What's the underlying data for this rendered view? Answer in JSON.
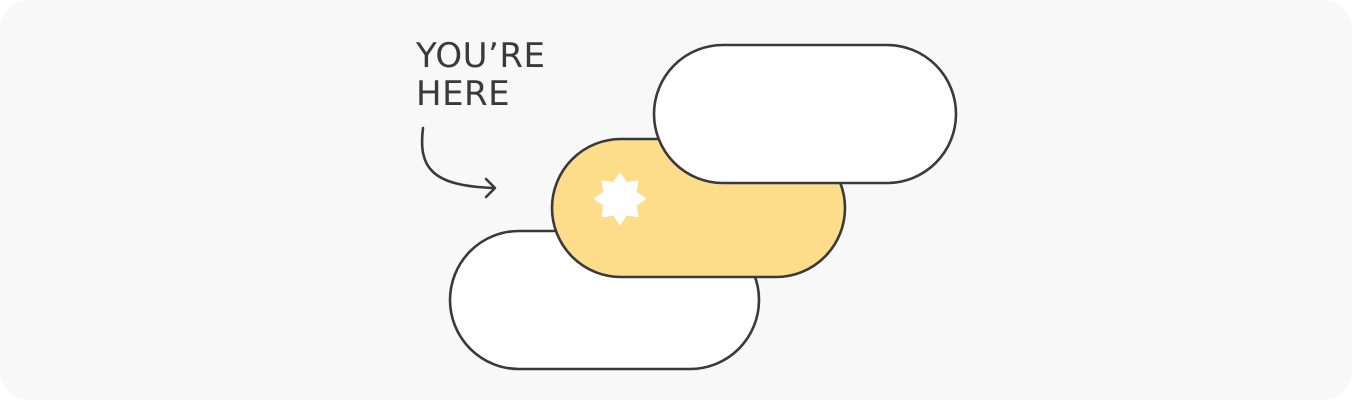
{
  "label": {
    "line1": "YOU’RE",
    "line2": "HERE"
  },
  "colors": {
    "background": "#f8f8f8",
    "stroke": "#3a3a3a",
    "pill_default": "#ffffff",
    "pill_active": "#fddd8a",
    "badge": "#ffffff"
  },
  "steps": [
    {
      "name": "lower-step",
      "state": "default"
    },
    {
      "name": "current-step",
      "state": "active",
      "icon": "badge-star-icon"
    },
    {
      "name": "upper-step",
      "state": "default"
    }
  ]
}
